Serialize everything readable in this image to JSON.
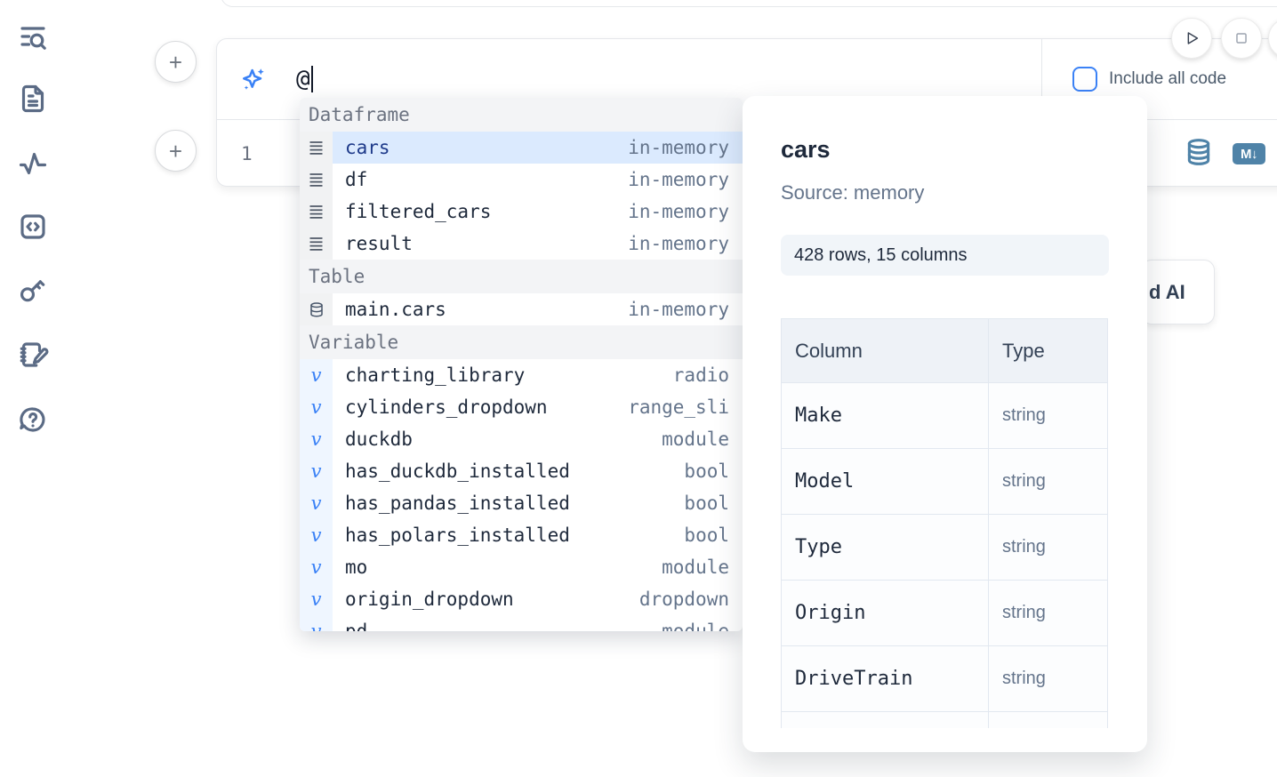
{
  "colors": {
    "accent_blue": "#3b82f6",
    "cell_icon_blue": "#4f83a8",
    "selected_row_bg": "#dbeafe",
    "variable_icon_blue": "#3b82f6"
  },
  "sidebar": {
    "icons": [
      {
        "name": "toc-search-icon"
      },
      {
        "name": "file-icon"
      },
      {
        "name": "activity-icon"
      },
      {
        "name": "snippets-icon"
      },
      {
        "name": "key-icon"
      },
      {
        "name": "scratchpad-icon"
      },
      {
        "name": "help-chat-icon"
      }
    ]
  },
  "add_cell": {
    "label": "+"
  },
  "prompt": {
    "value": "@",
    "include_all_code_label": "Include all code"
  },
  "editor": {
    "line_number": "1",
    "markdown_badge": "M↓"
  },
  "autocomplete": {
    "sections": [
      {
        "label": "Dataframe",
        "kind": "dataframe",
        "items": [
          {
            "name": "cars",
            "type": "in-memory",
            "selected": true
          },
          {
            "name": "df",
            "type": "in-memory"
          },
          {
            "name": "filtered_cars",
            "type": "in-memory"
          },
          {
            "name": "result",
            "type": "in-memory"
          }
        ]
      },
      {
        "label": "Table",
        "kind": "table",
        "items": [
          {
            "name": "main.cars",
            "type": "in-memory"
          }
        ]
      },
      {
        "label": "Variable",
        "kind": "variable",
        "items": [
          {
            "name": "charting_library",
            "type": "radio"
          },
          {
            "name": "cylinders_dropdown",
            "type": "range_sli"
          },
          {
            "name": "duckdb",
            "type": "module"
          },
          {
            "name": "has_duckdb_installed",
            "type": "bool"
          },
          {
            "name": "has_pandas_installed",
            "type": "bool"
          },
          {
            "name": "has_polars_installed",
            "type": "bool"
          },
          {
            "name": "mo",
            "type": "module"
          },
          {
            "name": "origin_dropdown",
            "type": "dropdown"
          },
          {
            "name": "pd",
            "type": "module"
          }
        ]
      }
    ]
  },
  "preview": {
    "title": "cars",
    "source": "Source: memory",
    "shape_badge": "428 rows, 15 columns",
    "table": {
      "headers": [
        "Column",
        "Type"
      ],
      "rows": [
        [
          "Make",
          "string"
        ],
        [
          "Model",
          "string"
        ],
        [
          "Type",
          "string"
        ],
        [
          "Origin",
          "string"
        ],
        [
          "DriveTrain",
          "string"
        ],
        [
          "",
          ""
        ]
      ]
    }
  },
  "background_ai_button": {
    "visible_text_fragment": "d AI"
  }
}
